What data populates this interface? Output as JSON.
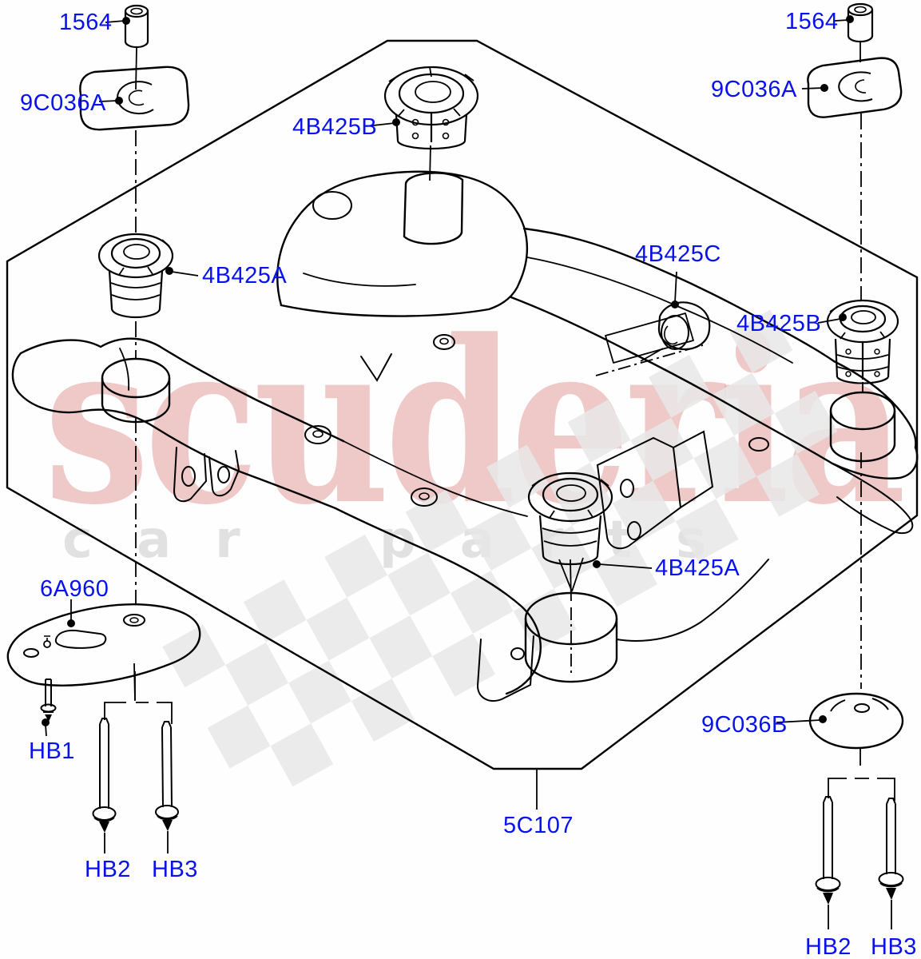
{
  "watermark": {
    "brand": "scuderia",
    "tagline": "car parts"
  },
  "colors": {
    "label_blue": "#0712ee",
    "line_black": "#000000",
    "watermark_pink": "rgba(205,75,75,0.30)",
    "watermark_grey": "rgba(0,0,0,0.115)",
    "checker_grey": "#e8e8e8",
    "background": "#fefefe"
  },
  "labels": {
    "spacer_top_left": "1564",
    "spacer_top_right": "1564",
    "plate_top_left": "9C036A",
    "plate_top_right": "9C036A",
    "bushing_front_left": "4B425A",
    "bushing_rear_center": "4B425A",
    "bushing_top_center": "4B425B",
    "bushing_right": "4B425B",
    "bushing_small": "4B425C",
    "bracket_plate": "6A960",
    "bolt_small": "HB1",
    "bolt_long_left_front": "HB2",
    "bolt_long_right_front": "HB3",
    "bolt_long_left_rear": "HB2",
    "bolt_long_right_rear": "HB3",
    "rear_plate": "9C036B",
    "crossmember": "5C107"
  }
}
